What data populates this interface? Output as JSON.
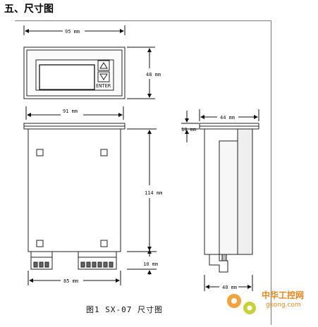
{
  "heading": "五、尺寸图",
  "dimensions": {
    "front_width": "95 mm",
    "front_height": "48 mm",
    "flange_width": "91 mm",
    "body_height": "114 mm",
    "terminal_height": "10 mm",
    "bottom_width": "85 mm",
    "side_top_height": "10 mm",
    "side_width": "44 mm",
    "side_bottom_width": "40 mm"
  },
  "panel": {
    "enter_label": "ENTER"
  },
  "caption": "图1  SX-07 尺寸图",
  "watermark": {
    "name": "中华工控网",
    "url": "gkong.com",
    "color": "#e8861a"
  }
}
